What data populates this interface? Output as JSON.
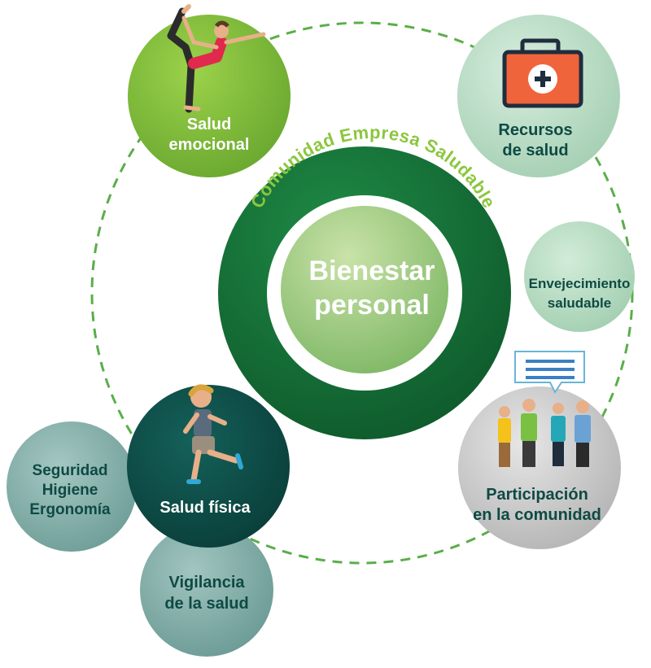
{
  "center": {
    "ring_label": "Comunidad Empresa Saludable",
    "line1": "Bienestar",
    "line2": "personal"
  },
  "nodes": {
    "emocional": {
      "line1": "Salud",
      "line2": "emocional"
    },
    "recursos": {
      "line1": "Recursos",
      "line2": "de salud"
    },
    "envejecimiento": {
      "line1": "Envejecimiento",
      "line2": "saludable"
    },
    "participacion": {
      "line1": "Participación",
      "line2": "en la comunidad"
    },
    "fisica": {
      "line1": "Salud física"
    },
    "seguridad": {
      "line1": "Seguridad",
      "line2": "Higiene",
      "line3": "Ergonomía"
    },
    "vigilancia": {
      "line1": "Vigilancia",
      "line2": "de la salud"
    }
  },
  "icons": {
    "emocional": "yoga-pose-icon",
    "recursos": "first-aid-kit-icon",
    "participacion": "people-with-speech-bubble-icon",
    "fisica": "running-person-icon"
  },
  "colors": {
    "ring_dark": "#156a35",
    "ring_label": "#8cc63f",
    "emocional": "#7cb73a",
    "recursos": "#b7dcc5",
    "envejecimiento": "#b5dcc3",
    "participacion": "#bfbfbf",
    "fisica": "#0d4a44",
    "seguridad": "#7faaa5",
    "vigilancia": "#7fa9a4",
    "dashed_orbit": "#5aae4a"
  }
}
